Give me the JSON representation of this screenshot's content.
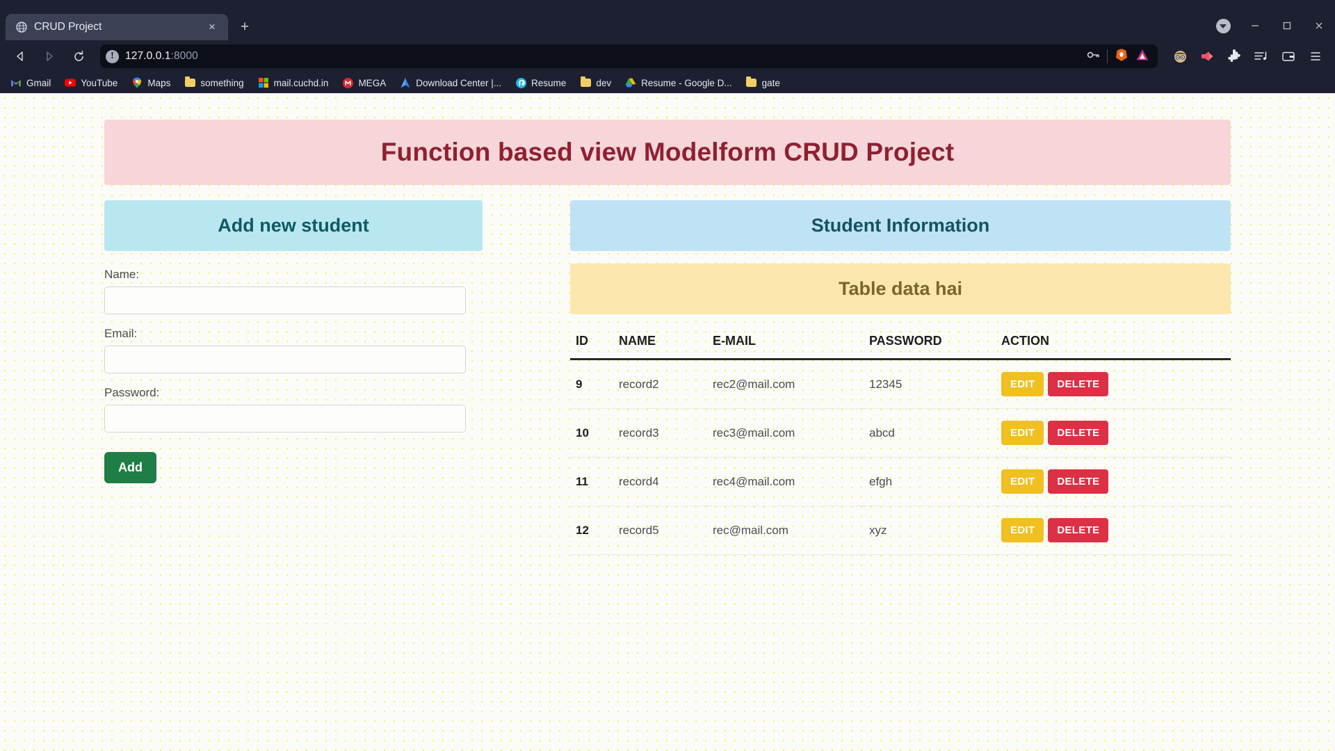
{
  "browser": {
    "tab": {
      "title": "CRUD Project",
      "favicon": "globe-icon",
      "close_label": "×"
    },
    "new_tab_label": "+",
    "window_controls": {
      "minimize": "—",
      "maximize": "□",
      "close": "✕"
    },
    "nav": {
      "back": "◁",
      "forward": "▷",
      "reload": "⟳",
      "bookmark": "☐"
    },
    "address": {
      "host": "127.0.0.1",
      "port": ":8000",
      "security_icon": "not-secure-info-icon"
    },
    "omnibox_right": {
      "password_key_icon": "key-icon",
      "brave_shield_icon": "brave-lion-icon",
      "brave_rewards_icon": "brave-triangle-icon"
    },
    "toolbar_right": [
      {
        "name": "profile-avatar-icon",
        "glyph": "●"
      },
      {
        "name": "extension-speaker-icon",
        "glyph": "▶"
      },
      {
        "name": "extensions-puzzle-icon",
        "glyph": "⧉"
      },
      {
        "name": "playlist-icon",
        "glyph": "≡"
      },
      {
        "name": "wallet-icon",
        "glyph": "▤"
      },
      {
        "name": "menu-hamburger-icon",
        "glyph": "≡"
      }
    ],
    "bookmarks": [
      {
        "label": "Gmail",
        "icon": "gmail-icon"
      },
      {
        "label": "YouTube",
        "icon": "youtube-icon"
      },
      {
        "label": "Maps",
        "icon": "maps-pin-icon"
      },
      {
        "label": "something",
        "icon": "folder-icon"
      },
      {
        "label": "mail.cuchd.in",
        "icon": "microsoft-icon"
      },
      {
        "label": "MEGA",
        "icon": "mega-icon"
      },
      {
        "label": "Download Center |...",
        "icon": "download-center-icon"
      },
      {
        "label": "Resume",
        "icon": "pinterest-icon"
      },
      {
        "label": "dev",
        "icon": "folder-icon"
      },
      {
        "label": "Resume - Google D...",
        "icon": "google-drive-icon"
      },
      {
        "label": "gate",
        "icon": "folder-icon"
      }
    ]
  },
  "page": {
    "banner_title": "Function based view Modelform CRUD Project",
    "form_panel": {
      "heading": "Add new student",
      "fields": [
        {
          "label": "Name:",
          "value": "",
          "placeholder": "",
          "type": "text",
          "name": "name"
        },
        {
          "label": "Email:",
          "value": "",
          "placeholder": "",
          "type": "text",
          "name": "email"
        },
        {
          "label": "Password:",
          "value": "",
          "placeholder": "",
          "type": "text",
          "name": "password"
        }
      ],
      "submit_label": "Add"
    },
    "table_panel": {
      "heading": "Student Information",
      "subheading": "Table data hai",
      "columns": [
        "ID",
        "NAME",
        "E-MAIL",
        "PASSWORD",
        "ACTION"
      ],
      "rows": [
        {
          "id": "9",
          "name": "record2",
          "email": "rec2@mail.com",
          "password": "12345",
          "edit_label": "EDIT",
          "delete_label": "DELETE"
        },
        {
          "id": "10",
          "name": "record3",
          "email": "rec3@mail.com",
          "password": "abcd",
          "edit_label": "EDIT",
          "delete_label": "DELETE"
        },
        {
          "id": "11",
          "name": "record4",
          "email": "rec4@mail.com",
          "password": "efgh",
          "edit_label": "EDIT",
          "delete_label": "DELETE"
        },
        {
          "id": "12",
          "name": "record5",
          "email": "rec@mail.com",
          "password": "xyz",
          "edit_label": "EDIT",
          "delete_label": "DELETE"
        }
      ]
    }
  },
  "colors": {
    "banner_bg": "#f6d6d9",
    "banner_text": "#8f2030",
    "cyan_panel_bg": "#b9e7f0",
    "blue_panel_bg": "#bfe3f5",
    "yellow_panel_bg": "#fbe7ae",
    "add_button_bg": "#1e7e46",
    "edit_button_bg": "#f0c020",
    "delete_button_bg": "#dc3045",
    "page_bg": "#fbfbf8",
    "dot_pattern": "#fbec4d"
  }
}
